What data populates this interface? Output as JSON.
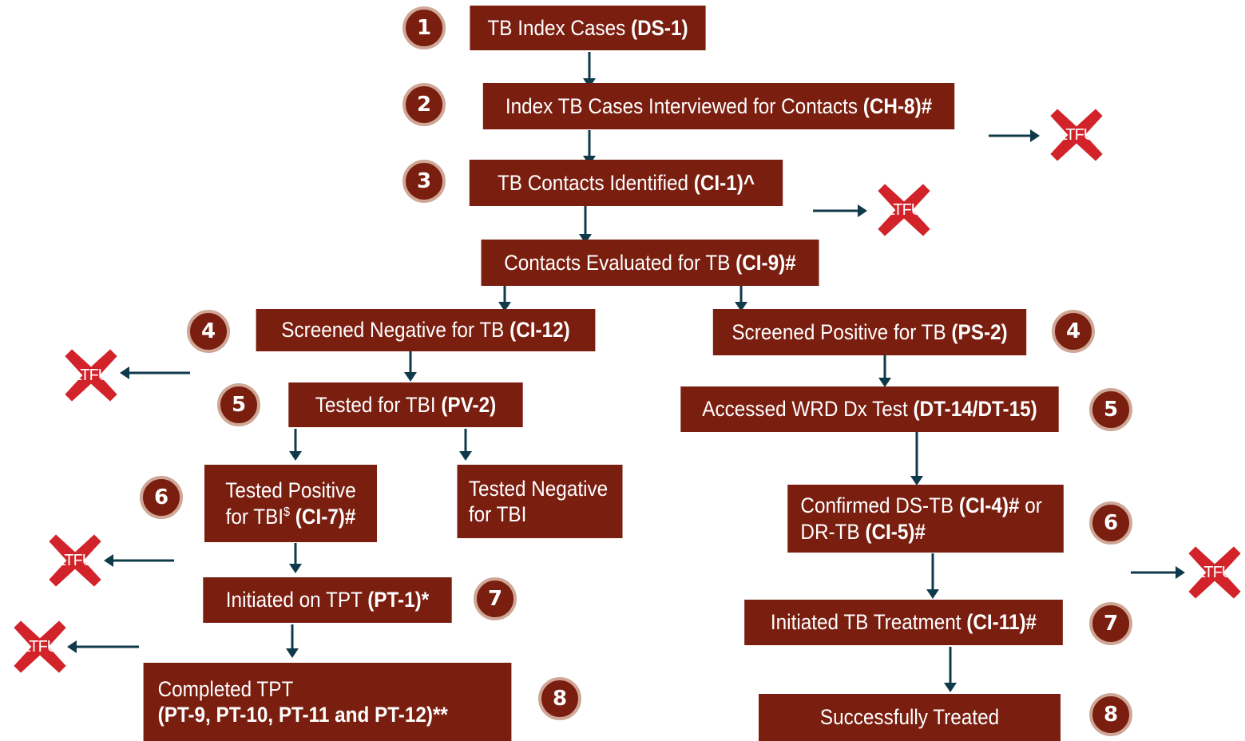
{
  "boxes": {
    "b1": {
      "text": "TB Index Cases ",
      "code": "(DS-1)"
    },
    "b2": {
      "text": "Index TB Cases Interviewed for Contacts ",
      "code": "(CH-8)#"
    },
    "b3": {
      "text": "TB Contacts Identified ",
      "code": "(CI-1)^"
    },
    "b_eval": {
      "text": "Contacts Evaluated for TB ",
      "code": "(CI-9)#"
    },
    "b4l": {
      "text": "Screened Negative for TB ",
      "code": "(CI-12)"
    },
    "b4r": {
      "text": "Screened Positive for TB ",
      "code": "(PS-2)"
    },
    "b5l": {
      "text": "Tested for TBI ",
      "code": "(PV-2)"
    },
    "b5r": {
      "text": "Accessed WRD Dx Test ",
      "code": "(DT-14/DT-15)"
    },
    "b6l": {
      "line1": "Tested Positive",
      "line2": "for TBI",
      "sup": "$",
      "code": " (CI-7)#"
    },
    "b6neg": {
      "line1": "Tested Negative",
      "line2": "for TBI"
    },
    "b6r": {
      "line1a": "Confirmed DS-TB ",
      "code1": "(CI-4)#",
      "line1b": " or",
      "line2a": "DR-TB ",
      "code2": "(CI-5)#"
    },
    "b7l": {
      "text": "Initiated on TPT ",
      "code": "(PT-1)*"
    },
    "b7r": {
      "text": "Initiated TB Treatment ",
      "code": "(CI-11)#"
    },
    "b8l": {
      "line1": "Completed TPT",
      "code": "(PT-9, PT-10, PT-11 and PT-12)**"
    },
    "b8r": {
      "text": "Successfully Treated"
    }
  },
  "badges": {
    "n1": "1",
    "n2": "2",
    "n3": "3",
    "n4l": "4",
    "n4r": "4",
    "n5l": "5",
    "n5r": "5",
    "n6l": "6",
    "n6r": "6",
    "n7l": "7",
    "n7r": "7",
    "n8l": "8",
    "n8r": "8"
  },
  "ltfu_label": "LTFU",
  "colors": {
    "box": "#7a1e10",
    "arrow": "#0f3a4a",
    "ltfu": "#d2232a",
    "badge_ring": "#cfa797"
  }
}
